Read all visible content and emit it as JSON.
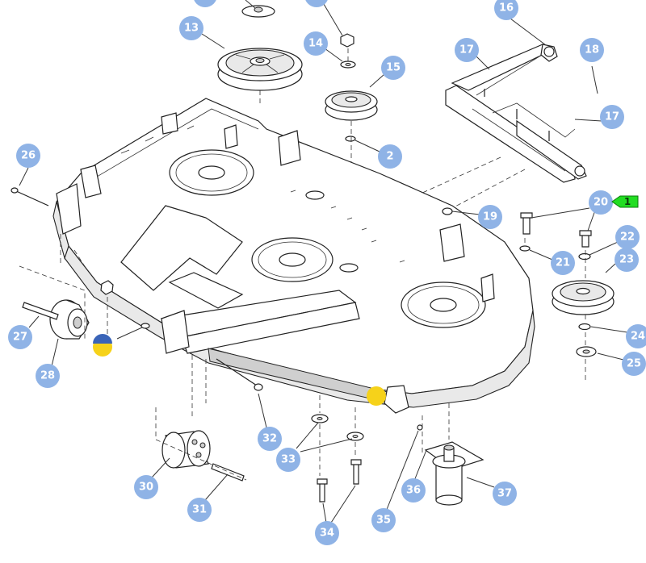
{
  "callouts": [
    {
      "label": "13"
    },
    {
      "label": "14"
    },
    {
      "label": "15"
    },
    {
      "label": "16"
    },
    {
      "label": "17"
    },
    {
      "label": "17"
    },
    {
      "label": "18"
    },
    {
      "label": "2"
    },
    {
      "label": "26"
    },
    {
      "label": "19"
    },
    {
      "label": "20"
    },
    {
      "label": "21"
    },
    {
      "label": "22"
    },
    {
      "label": "23"
    },
    {
      "label": "24"
    },
    {
      "label": "25"
    },
    {
      "label": "27"
    },
    {
      "label": "28"
    },
    {
      "label": "30"
    },
    {
      "label": "31"
    },
    {
      "label": "32"
    },
    {
      "label": "33"
    },
    {
      "label": "34"
    },
    {
      "label": "35"
    },
    {
      "label": "36"
    },
    {
      "label": "37"
    }
  ],
  "flag": {
    "label": "1",
    "color": "#22dd22"
  },
  "colors": {
    "bubble": "#8fb3e6",
    "marker": "#f6d21a",
    "line": "#222222"
  }
}
